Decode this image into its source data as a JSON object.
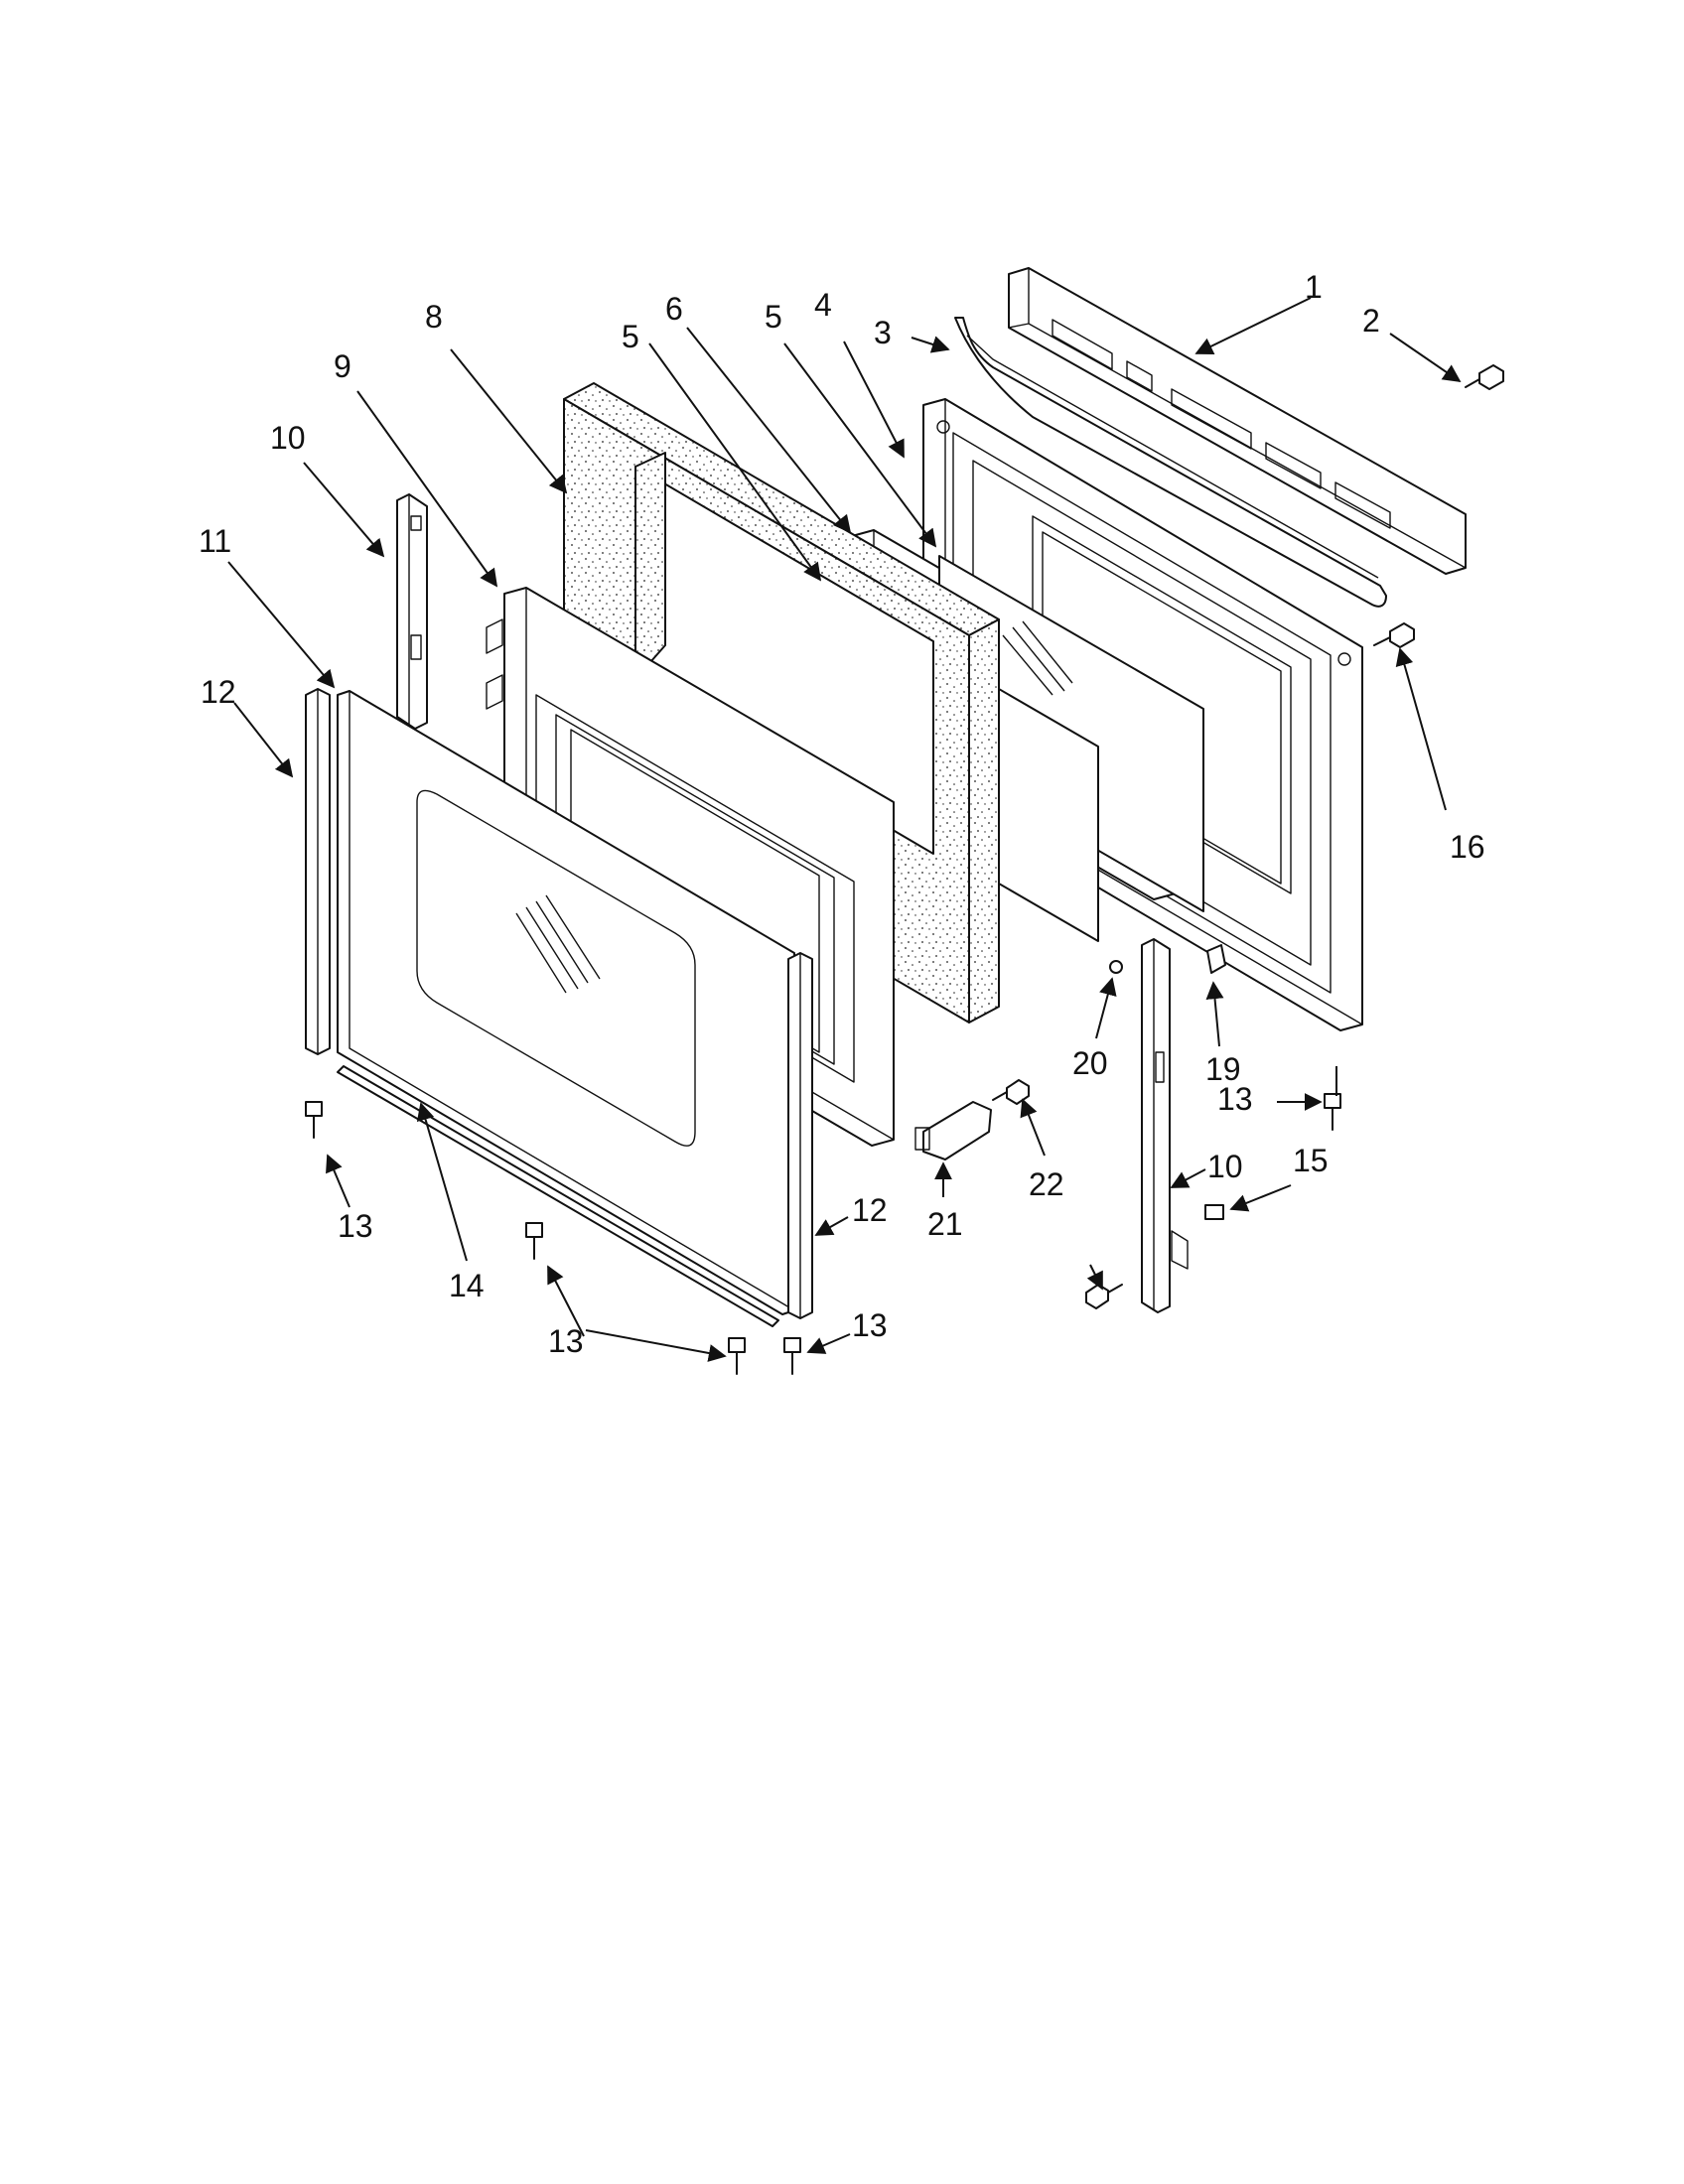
{
  "diagram": {
    "callouts": [
      "1",
      "2",
      "3",
      "4",
      "5",
      "6",
      "5",
      "8",
      "9",
      "10",
      "11",
      "12",
      "13",
      "14",
      "13",
      "13",
      "12",
      "21",
      "22",
      "20",
      "19",
      "13",
      "10",
      "15",
      "16"
    ]
  }
}
